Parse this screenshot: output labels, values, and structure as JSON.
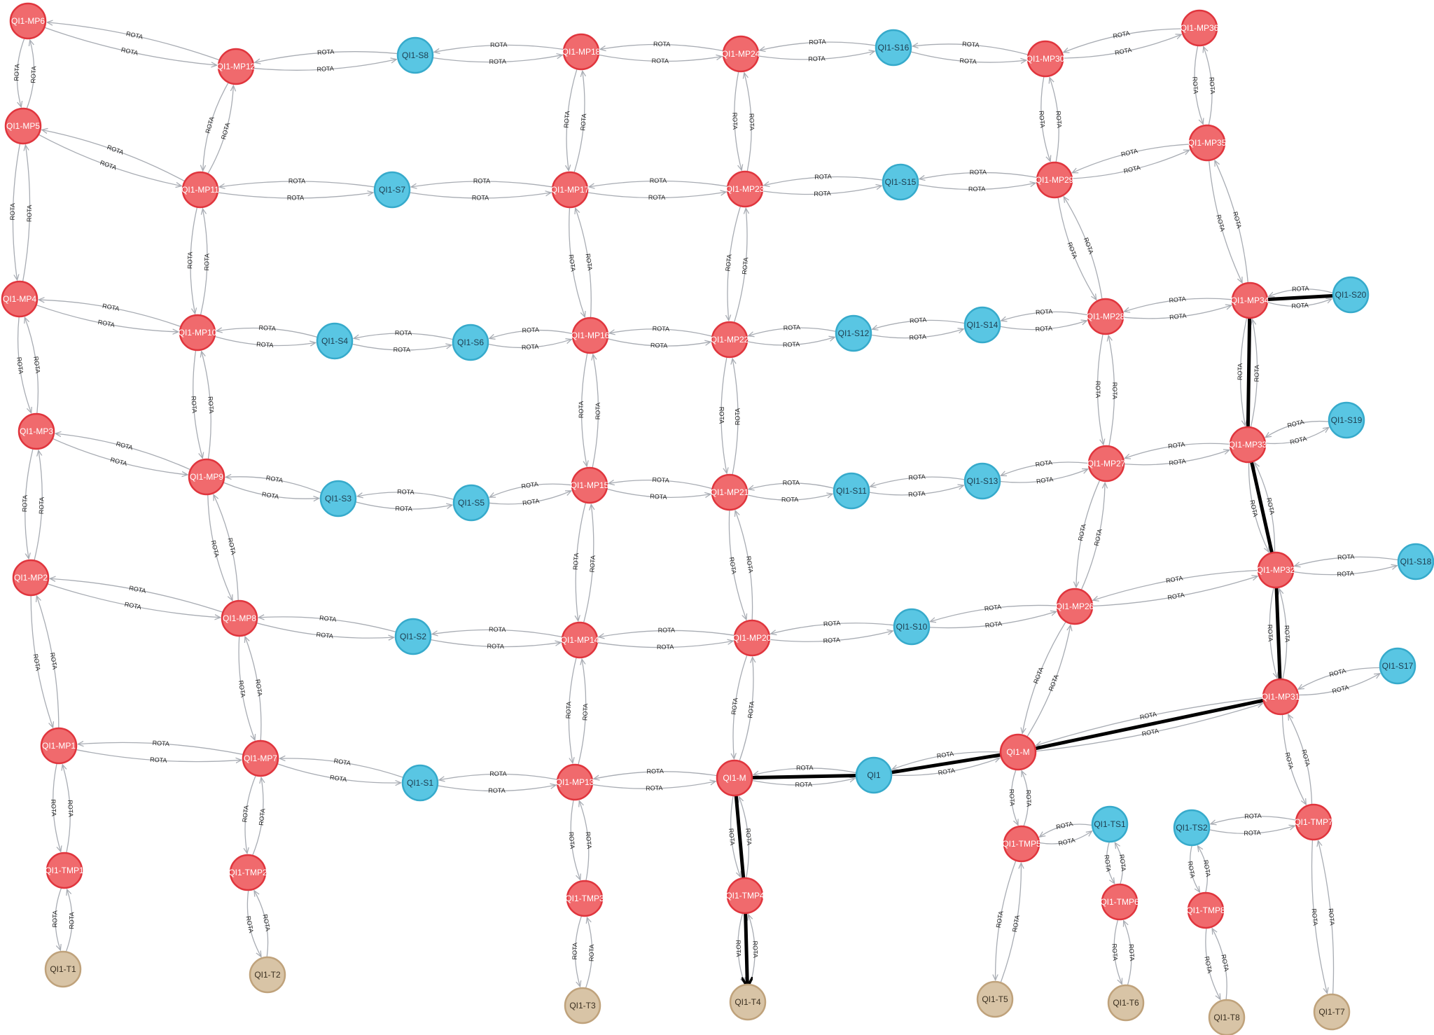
{
  "edge_label": "ROTA",
  "colors": {
    "mp_fill": "#f06a6d",
    "mp_stroke": "#e0353d",
    "mp_text": "#ffffff",
    "s_fill": "#59c6e3",
    "s_stroke": "#36aacb",
    "s_text": "#1d3d4f",
    "t_fill": "#d8c4a6",
    "t_stroke": "#bfa27b",
    "t_text": "#3a2f20",
    "edge": "#a8acb3",
    "highlight": "#000000"
  },
  "nodes": [
    {
      "id": "QI1-MP6",
      "type": "mp"
    },
    {
      "id": "QI1-MP5",
      "type": "mp"
    },
    {
      "id": "QI1-MP4",
      "type": "mp"
    },
    {
      "id": "QI1-MP3",
      "type": "mp"
    },
    {
      "id": "QI1-MP2",
      "type": "mp"
    },
    {
      "id": "QI1-MP1",
      "type": "mp"
    },
    {
      "id": "QI1-TMP1",
      "type": "mp"
    },
    {
      "id": "QI1-T1",
      "type": "t"
    },
    {
      "id": "QI1-MP12",
      "type": "mp"
    },
    {
      "id": "QI1-MP11",
      "type": "mp"
    },
    {
      "id": "QI1-MP10",
      "type": "mp"
    },
    {
      "id": "QI1-MP9",
      "type": "mp"
    },
    {
      "id": "QI1-MP8",
      "type": "mp"
    },
    {
      "id": "QI1-MP7",
      "type": "mp"
    },
    {
      "id": "QI1-TMP2",
      "type": "mp"
    },
    {
      "id": "QI1-T2",
      "type": "t"
    },
    {
      "id": "QI1-S8",
      "type": "s"
    },
    {
      "id": "QI1-S7",
      "type": "s"
    },
    {
      "id": "QI1-S4",
      "type": "s"
    },
    {
      "id": "QI1-S6",
      "type": "s"
    },
    {
      "id": "QI1-S3",
      "type": "s"
    },
    {
      "id": "QI1-S5",
      "type": "s"
    },
    {
      "id": "QI1-S2",
      "type": "s"
    },
    {
      "id": "QI1-S1",
      "type": "s"
    },
    {
      "id": "QI1-MP18",
      "type": "mp"
    },
    {
      "id": "QI1-MP17",
      "type": "mp"
    },
    {
      "id": "QI1-MP16",
      "type": "mp"
    },
    {
      "id": "QI1-MP15",
      "type": "mp"
    },
    {
      "id": "QI1-MP14",
      "type": "mp"
    },
    {
      "id": "QI1-MP13",
      "type": "mp"
    },
    {
      "id": "QI1-TMP3",
      "type": "mp"
    },
    {
      "id": "QI1-T3",
      "type": "t"
    },
    {
      "id": "QI1-MP24",
      "type": "mp"
    },
    {
      "id": "QI1-MP23",
      "type": "mp"
    },
    {
      "id": "QI1-MP22",
      "type": "mp"
    },
    {
      "id": "QI1-MP21",
      "type": "mp"
    },
    {
      "id": "QI1-MP20",
      "type": "mp"
    },
    {
      "id": "QI1-MP19",
      "type": "mp",
      "label": "QI1-M"
    },
    {
      "id": "QI1-TMP4",
      "type": "mp",
      "label": "QI1-TMP4"
    },
    {
      "id": "QI1-T4",
      "type": "t"
    },
    {
      "id": "QI1-S16",
      "type": "s"
    },
    {
      "id": "QI1-S15",
      "type": "s"
    },
    {
      "id": "QI1-S12",
      "type": "s"
    },
    {
      "id": "QI1-S14",
      "type": "s"
    },
    {
      "id": "QI1-S11",
      "type": "s"
    },
    {
      "id": "QI1-S13",
      "type": "s"
    },
    {
      "id": "QI1-S10",
      "type": "s"
    },
    {
      "id": "QI1-S9",
      "type": "s",
      "label": "QI1"
    },
    {
      "id": "QI1-MP30",
      "type": "mp"
    },
    {
      "id": "QI1-MP29",
      "type": "mp"
    },
    {
      "id": "QI1-MP28",
      "type": "mp"
    },
    {
      "id": "QI1-MP27",
      "type": "mp"
    },
    {
      "id": "QI1-MP26",
      "type": "mp"
    },
    {
      "id": "QI1-MP25",
      "type": "mp",
      "label": "QI1-M"
    },
    {
      "id": "QI1-TMP5",
      "type": "mp"
    },
    {
      "id": "QI1-T5",
      "type": "t"
    },
    {
      "id": "QI1-TS1",
      "type": "s"
    },
    {
      "id": "QI1-TMP6",
      "type": "mp"
    },
    {
      "id": "QI1-T6",
      "type": "t"
    },
    {
      "id": "QI1-MP36",
      "type": "mp"
    },
    {
      "id": "QI1-MP35",
      "type": "mp"
    },
    {
      "id": "QI1-MP34",
      "type": "mp",
      "label": "QI1-MP34"
    },
    {
      "id": "QI1-MP33",
      "type": "mp",
      "label": "QI1-MP33"
    },
    {
      "id": "QI1-MP32",
      "type": "mp",
      "label": "QI1-MP32"
    },
    {
      "id": "QI1-MP31",
      "type": "mp",
      "label": "QI1-MP31"
    },
    {
      "id": "QI1-TMP7",
      "type": "mp"
    },
    {
      "id": "QI1-T7",
      "type": "t"
    },
    {
      "id": "QI1-TS2",
      "type": "s"
    },
    {
      "id": "QI1-TMP8",
      "type": "mp"
    },
    {
      "id": "QI1-T8",
      "type": "t"
    },
    {
      "id": "QI1-S20",
      "type": "s"
    },
    {
      "id": "QI1-S19",
      "type": "s"
    },
    {
      "id": "QI1-S18",
      "type": "s"
    },
    {
      "id": "QI1-S17",
      "type": "s"
    }
  ],
  "links": [
    [
      "QI1-MP6",
      "QI1-MP5"
    ],
    [
      "QI1-MP5",
      "QI1-MP4"
    ],
    [
      "QI1-MP4",
      "QI1-MP3"
    ],
    [
      "QI1-MP3",
      "QI1-MP2"
    ],
    [
      "QI1-MP2",
      "QI1-MP1"
    ],
    [
      "QI1-MP1",
      "QI1-TMP1"
    ],
    [
      "QI1-TMP1",
      "QI1-T1"
    ],
    [
      "QI1-MP12",
      "QI1-MP11"
    ],
    [
      "QI1-MP11",
      "QI1-MP10"
    ],
    [
      "QI1-MP10",
      "QI1-MP9"
    ],
    [
      "QI1-MP9",
      "QI1-MP8"
    ],
    [
      "QI1-MP8",
      "QI1-MP7"
    ],
    [
      "QI1-MP7",
      "QI1-TMP2"
    ],
    [
      "QI1-TMP2",
      "QI1-T2"
    ],
    [
      "QI1-MP6",
      "QI1-MP12"
    ],
    [
      "QI1-MP5",
      "QI1-MP11"
    ],
    [
      "QI1-MP4",
      "QI1-MP10"
    ],
    [
      "QI1-MP3",
      "QI1-MP9"
    ],
    [
      "QI1-MP2",
      "QI1-MP8"
    ],
    [
      "QI1-MP1",
      "QI1-MP7"
    ],
    [
      "QI1-MP12",
      "QI1-S8"
    ],
    [
      "QI1-S8",
      "QI1-MP18"
    ],
    [
      "QI1-MP11",
      "QI1-S7"
    ],
    [
      "QI1-S7",
      "QI1-MP17"
    ],
    [
      "QI1-MP10",
      "QI1-S4"
    ],
    [
      "QI1-S4",
      "QI1-S6"
    ],
    [
      "QI1-S6",
      "QI1-MP16"
    ],
    [
      "QI1-MP9",
      "QI1-S3"
    ],
    [
      "QI1-S3",
      "QI1-S5"
    ],
    [
      "QI1-S5",
      "QI1-MP15"
    ],
    [
      "QI1-MP8",
      "QI1-S2"
    ],
    [
      "QI1-S2",
      "QI1-MP14"
    ],
    [
      "QI1-MP7",
      "QI1-S1"
    ],
    [
      "QI1-S1",
      "QI1-MP13"
    ],
    [
      "QI1-MP18",
      "QI1-MP17"
    ],
    [
      "QI1-MP17",
      "QI1-MP16"
    ],
    [
      "QI1-MP16",
      "QI1-MP15"
    ],
    [
      "QI1-MP15",
      "QI1-MP14"
    ],
    [
      "QI1-MP14",
      "QI1-MP13"
    ],
    [
      "QI1-MP13",
      "QI1-TMP3"
    ],
    [
      "QI1-TMP3",
      "QI1-T3"
    ],
    [
      "QI1-MP18",
      "QI1-MP24"
    ],
    [
      "QI1-MP17",
      "QI1-MP23"
    ],
    [
      "QI1-MP16",
      "QI1-MP22"
    ],
    [
      "QI1-MP15",
      "QI1-MP21"
    ],
    [
      "QI1-MP14",
      "QI1-MP20"
    ],
    [
      "QI1-MP13",
      "QI1-MP19"
    ],
    [
      "QI1-MP24",
      "QI1-MP23"
    ],
    [
      "QI1-MP23",
      "QI1-MP22"
    ],
    [
      "QI1-MP22",
      "QI1-MP21"
    ],
    [
      "QI1-MP21",
      "QI1-MP20"
    ],
    [
      "QI1-MP20",
      "QI1-MP19"
    ],
    [
      "QI1-MP19",
      "QI1-TMP4"
    ],
    [
      "QI1-TMP4",
      "QI1-T4"
    ],
    [
      "QI1-MP24",
      "QI1-S16"
    ],
    [
      "QI1-S16",
      "QI1-MP30"
    ],
    [
      "QI1-MP23",
      "QI1-S15"
    ],
    [
      "QI1-S15",
      "QI1-MP29"
    ],
    [
      "QI1-MP22",
      "QI1-S12"
    ],
    [
      "QI1-S12",
      "QI1-S14"
    ],
    [
      "QI1-S14",
      "QI1-MP28"
    ],
    [
      "QI1-MP21",
      "QI1-S11"
    ],
    [
      "QI1-S11",
      "QI1-S13"
    ],
    [
      "QI1-S13",
      "QI1-MP27"
    ],
    [
      "QI1-MP20",
      "QI1-S10"
    ],
    [
      "QI1-S10",
      "QI1-MP26"
    ],
    [
      "QI1-MP19",
      "QI1-S9"
    ],
    [
      "QI1-S9",
      "QI1-MP25"
    ],
    [
      "QI1-MP30",
      "QI1-MP29"
    ],
    [
      "QI1-MP29",
      "QI1-MP28"
    ],
    [
      "QI1-MP28",
      "QI1-MP27"
    ],
    [
      "QI1-MP27",
      "QI1-MP26"
    ],
    [
      "QI1-MP26",
      "QI1-MP25"
    ],
    [
      "QI1-MP25",
      "QI1-TMP5"
    ],
    [
      "QI1-TMP5",
      "QI1-T5"
    ],
    [
      "QI1-TMP5",
      "QI1-TS1"
    ],
    [
      "QI1-TS1",
      "QI1-TMP6"
    ],
    [
      "QI1-TMP6",
      "QI1-T6"
    ],
    [
      "QI1-MP30",
      "QI1-MP36"
    ],
    [
      "QI1-MP29",
      "QI1-MP35"
    ],
    [
      "QI1-MP28",
      "QI1-MP34"
    ],
    [
      "QI1-MP27",
      "QI1-MP33"
    ],
    [
      "QI1-MP26",
      "QI1-MP32"
    ],
    [
      "QI1-MP25",
      "QI1-MP31"
    ],
    [
      "QI1-MP36",
      "QI1-MP35"
    ],
    [
      "QI1-MP35",
      "QI1-MP34"
    ],
    [
      "QI1-MP34",
      "QI1-MP33"
    ],
    [
      "QI1-MP33",
      "QI1-MP32"
    ],
    [
      "QI1-MP32",
      "QI1-MP31"
    ],
    [
      "QI1-MP31",
      "QI1-TMP7"
    ],
    [
      "QI1-TMP7",
      "QI1-T7"
    ],
    [
      "QI1-TMP7",
      "QI1-TS2"
    ],
    [
      "QI1-TS2",
      "QI1-TMP8"
    ],
    [
      "QI1-TMP8",
      "QI1-T8"
    ],
    [
      "QI1-MP34",
      "QI1-S20"
    ],
    [
      "QI1-MP33",
      "QI1-S19"
    ],
    [
      "QI1-MP32",
      "QI1-S18"
    ],
    [
      "QI1-MP31",
      "QI1-S17"
    ]
  ],
  "highlighted_route": [
    "QI1-S20",
    "QI1-MP34",
    "QI1-MP33",
    "QI1-MP32",
    "QI1-MP31",
    "QI1-MP25",
    "QI1-S9",
    "QI1-MP19",
    "QI1-TMP4",
    "QI1-T4"
  ]
}
